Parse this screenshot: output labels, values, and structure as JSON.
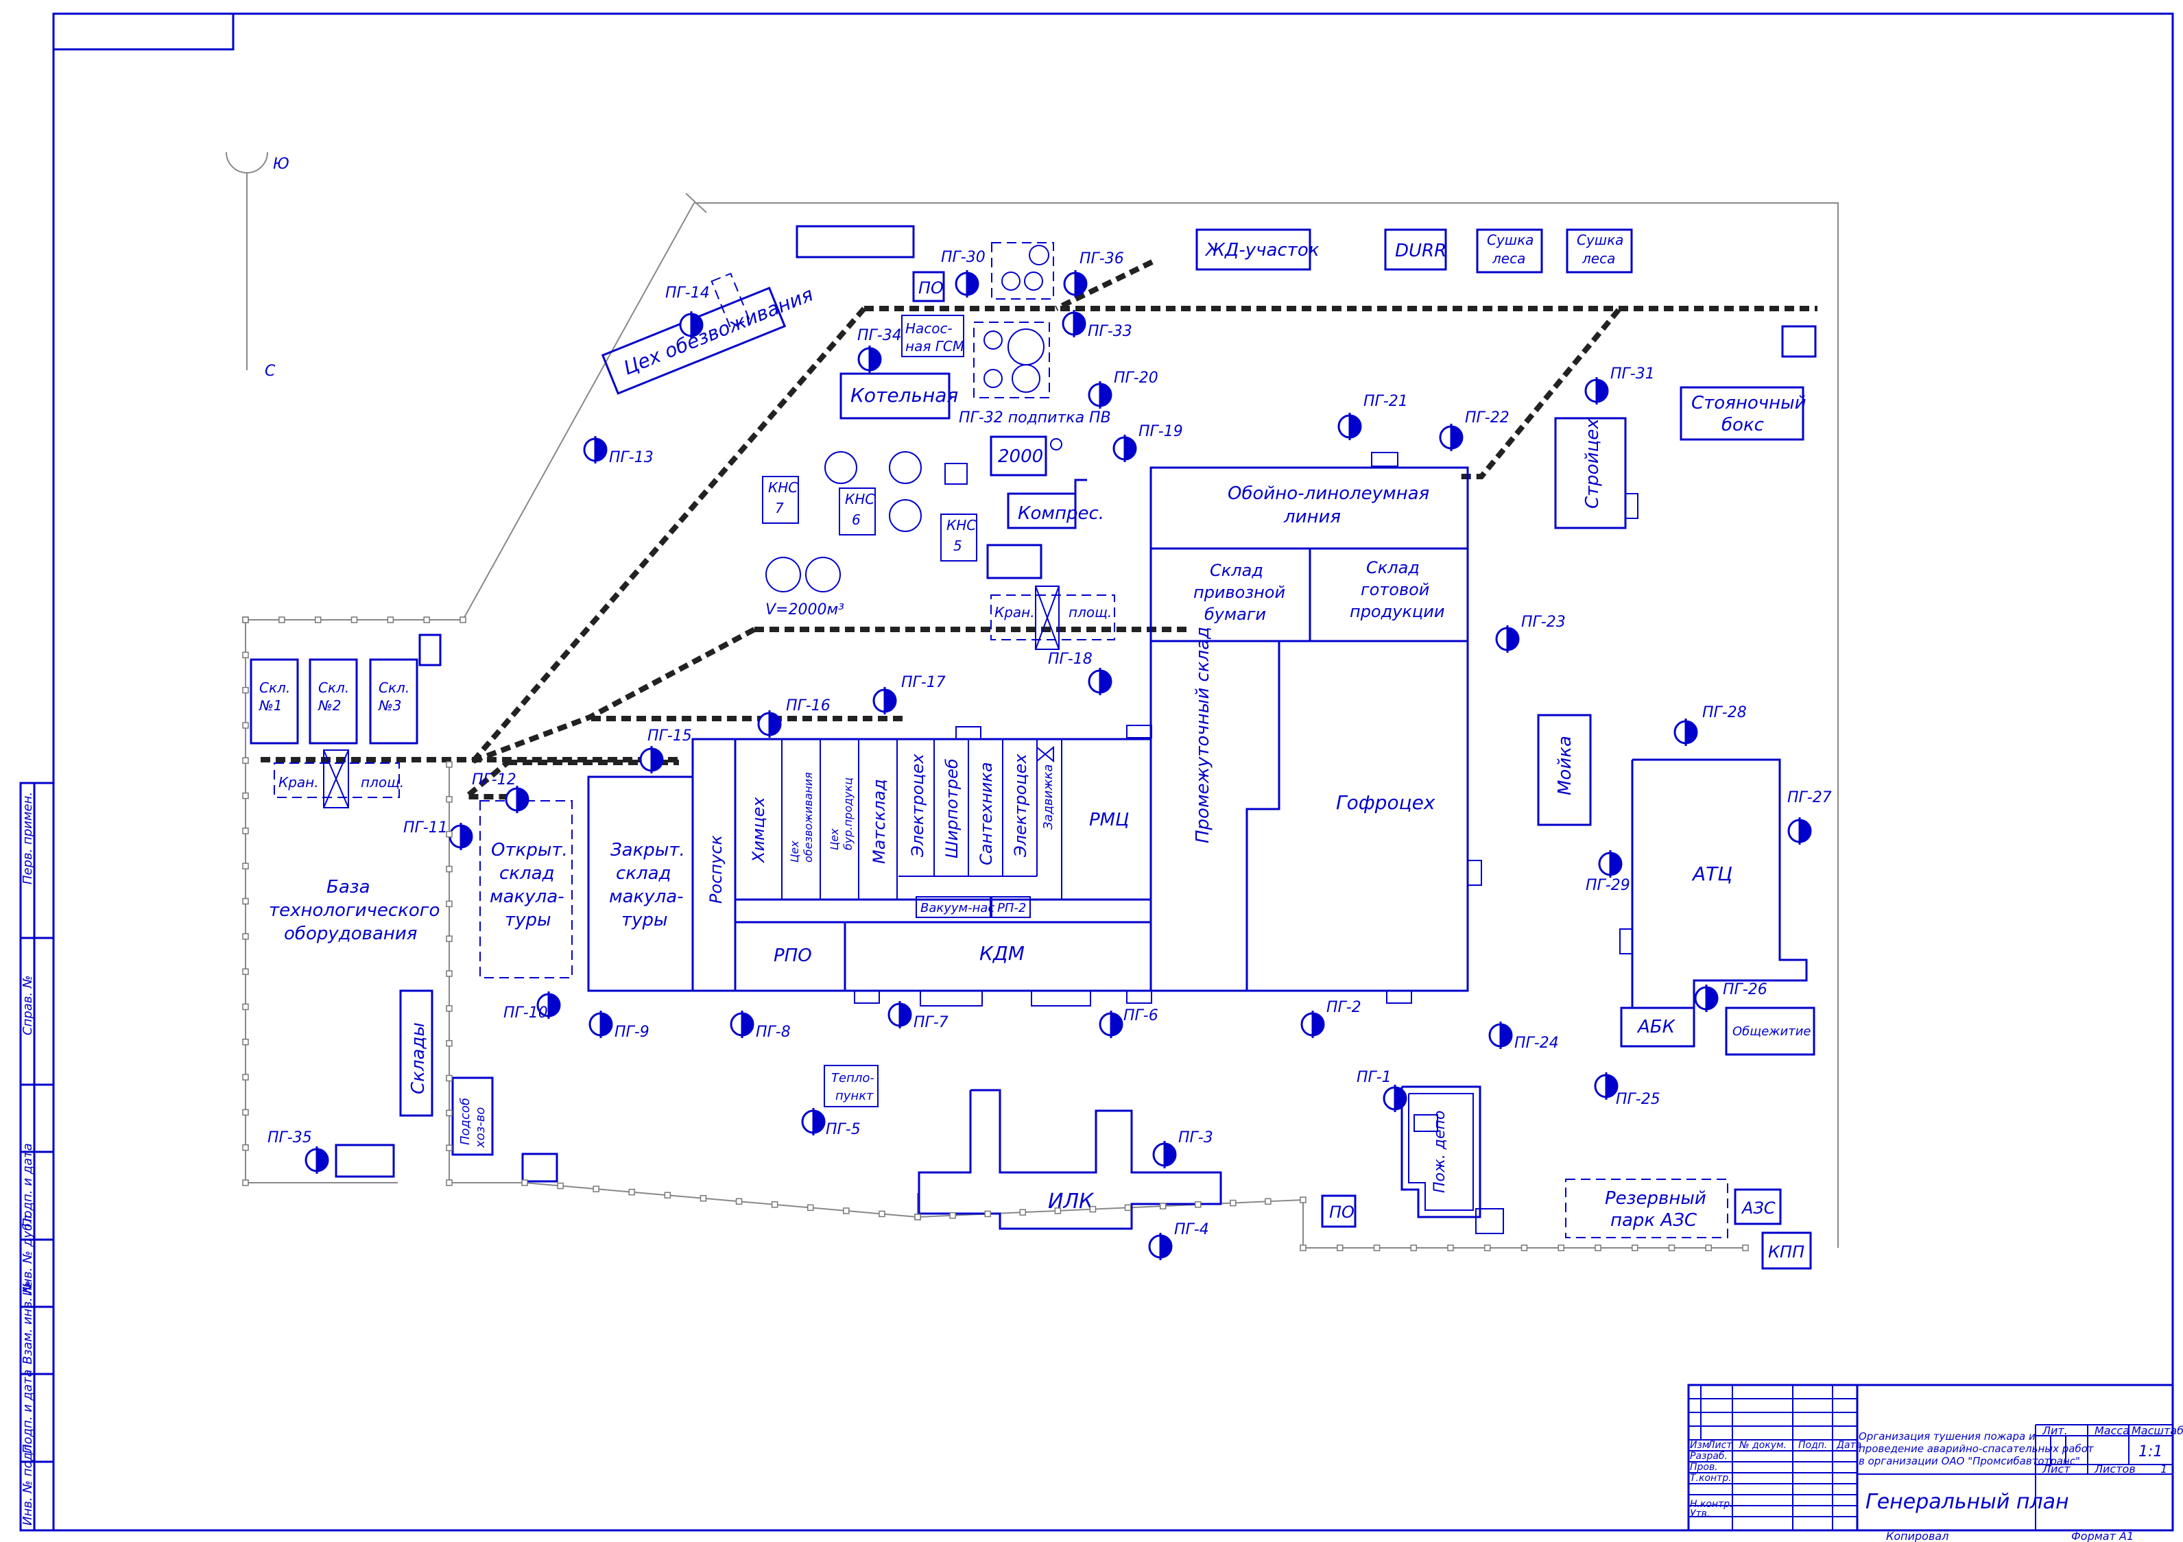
{
  "compass": {
    "south": "Ю",
    "north": "С"
  },
  "buildings": {
    "dewatering": "Цех обезвоживания",
    "rail_section": "ЖД-участок",
    "durr": "DURR",
    "drying1": "Сушка леса",
    "drying2": "Сушка леса",
    "po_top": "ПО",
    "pump_gsm": "Насос-ная ГСМ",
    "boiler": "Котельная",
    "feed_pv": "ПГ-32 подпитка ПВ",
    "tank2000": "2000",
    "compressor": "Компрес.",
    "kns7": "КНС 7",
    "kns6": "КНС 6",
    "kns5": "КНС 5",
    "volume": "V=2000м³",
    "crane_site1": "Кран. площ.",
    "crane_site2": "Кран. площ.",
    "wallpaper_line": "Обойно-линолеумная линия",
    "paper_store": "Склад привозной бумаги",
    "finished_store": "Склад готовой продукции",
    "intermediate_store": "Промежуточный склад",
    "corrugation": "Гофроцех",
    "builder_shop": "Стройцех",
    "parking": "Стояночный бокс",
    "wash": "Мойка",
    "atc": "АТЦ",
    "abk": "АБК",
    "hostel": "Общежитие",
    "fire_depot": "Пож. депо",
    "reserve_fuel": "Резервный парк АЗС",
    "fuel_station": "АЗС",
    "checkpoint": "КПП",
    "po_bottom": "ПО",
    "ilk": "ИЛК",
    "heat_point": "Тепло-пункт",
    "store1": "Скл. №1",
    "store2": "Скл. №2",
    "store3": "Скл. №3",
    "tech_base": "База технологического оборудования",
    "warehouses": "Склады",
    "sub_farm": "Подсоб хоз-во",
    "open_store": "Открыт. склад макула-туры",
    "closed_store": "Закрыт. склад макула-туры",
    "dissolve": "Роспуск",
    "chem": "Химцех",
    "dewater_small": "Цех обезвоживания",
    "drill_shop": "Цех бур.продукции",
    "mat_store": "Матсклад",
    "electro1": "Электроцех",
    "supply": "Ширпотреб",
    "plumbing": "Сантехника",
    "electro2": "Электроцех",
    "valve": "Задвижка",
    "rmc": "РМЦ",
    "vacuum": "Вакуум-нас",
    "rp2": "РП-2",
    "rpo": "РПО",
    "kdm": "КДМ"
  },
  "hydrants": [
    "ПГ-1",
    "ПГ-2",
    "ПГ-3",
    "ПГ-4",
    "ПГ-5",
    "ПГ-6",
    "ПГ-7",
    "ПГ-8",
    "ПГ-9",
    "ПГ-10",
    "ПГ-11",
    "ПГ-12",
    "ПГ-13",
    "ПГ-14",
    "ПГ-15",
    "ПГ-16",
    "ПГ-17",
    "ПГ-18",
    "ПГ-19",
    "ПГ-20",
    "ПГ-21",
    "ПГ-22",
    "ПГ-23",
    "ПГ-24",
    "ПГ-25",
    "ПГ-26",
    "ПГ-27",
    "ПГ-28",
    "ПГ-29",
    "ПГ-30",
    "ПГ-31",
    "ПГ-33",
    "ПГ-34",
    "ПГ-35",
    "ПГ-36"
  ],
  "stamp": {
    "h_izm": "Изм",
    "h_list": "Лист",
    "h_doc": "№ докум.",
    "h_sign": "Подп.",
    "h_date": "Дата",
    "r1": "Разраб.",
    "r2": "Пров.",
    "r3": "Т.контр.",
    "r4": "Н.контр.",
    "r5": "Утв.",
    "title": "Организация тушения пожара и проведение аварийно-спасательных работ в организации ОАО \"Промсибавтотранс\"",
    "lit": "Лит.",
    "mass": "Масса",
    "scale": "Масштаб",
    "scale_val": "1:1",
    "sheet": "Лист",
    "sheets": "Листов",
    "sheets_val": "1",
    "drawing_name": "Генеральный план",
    "copied": "Копировал",
    "format": "Формат",
    "format_val": "А1"
  },
  "side_stamp": [
    "Перв. примен.",
    "Справ. №",
    "Подп. и дата",
    "Инв. № дубл.",
    "Взам. инв. №",
    "Подп. и дата",
    "Инв. № подл."
  ]
}
